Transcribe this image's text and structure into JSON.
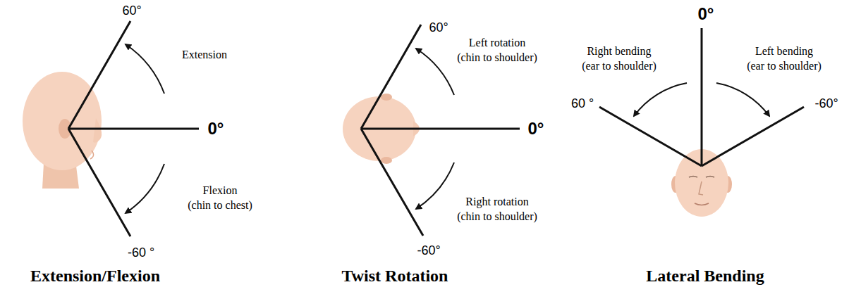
{
  "diagram": {
    "labels": [
      "60°",
      "Extension",
      "0°",
      "Flexion (chin to chest)",
      "-60 °",
      "Extension/Flexion",
      "60°",
      "Left rotation (chin to shoulder)",
      "0°",
      "Right rotation (chin to shoulder)",
      "-60°",
      "Twist Rotation",
      "0°",
      "Right bending (ear to shoulder)",
      "Left bending (ear to shoulder)",
      "60 °",
      "-60°",
      "Lateral Bending"
    ]
  }
}
